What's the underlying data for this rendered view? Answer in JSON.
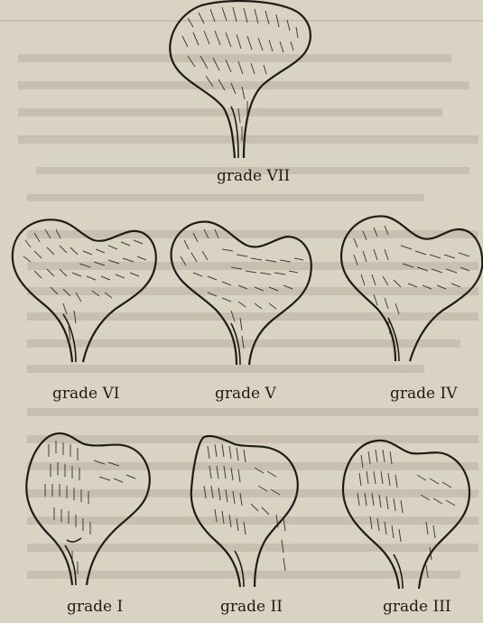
{
  "figure": {
    "panels": [
      {
        "id": "vii",
        "caption": "grade VII"
      },
      {
        "id": "vi",
        "caption": "grade VI"
      },
      {
        "id": "v",
        "caption": "grade V"
      },
      {
        "id": "iv",
        "caption": "grade IV"
      },
      {
        "id": "i",
        "caption": "grade I"
      },
      {
        "id": "ii",
        "caption": "grade II"
      },
      {
        "id": "iii",
        "caption": "grade III"
      }
    ]
  },
  "colors": {
    "paper": "#d9d3c4",
    "ink": "#1f1c18"
  }
}
